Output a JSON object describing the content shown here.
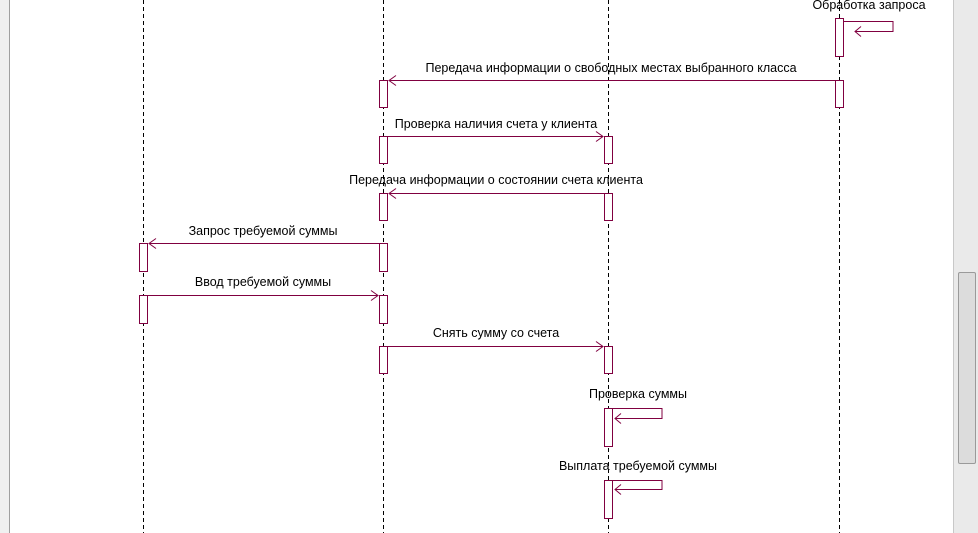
{
  "diagram": {
    "type": "sequence",
    "colors": {
      "message": "#800040",
      "lifeline": "#000000",
      "activation_fill": "#ffffff"
    },
    "messages": [
      {
        "label": "Обработка запроса",
        "kind": "self"
      },
      {
        "label": "Передача информации о свободных местах выбранного класса",
        "kind": "return"
      },
      {
        "label": "Проверка наличия счета у клиента",
        "kind": "call"
      },
      {
        "label": "Передача информации о состоянии счета клиента",
        "kind": "return"
      },
      {
        "label": "Запрос требуемой суммы",
        "kind": "return"
      },
      {
        "label": "Ввод требуемой суммы",
        "kind": "call"
      },
      {
        "label": "Снять сумму со счета",
        "kind": "call"
      },
      {
        "label": "Проверка суммы",
        "kind": "self"
      },
      {
        "label": "Выплата требуемой суммы",
        "kind": "self"
      }
    ]
  }
}
